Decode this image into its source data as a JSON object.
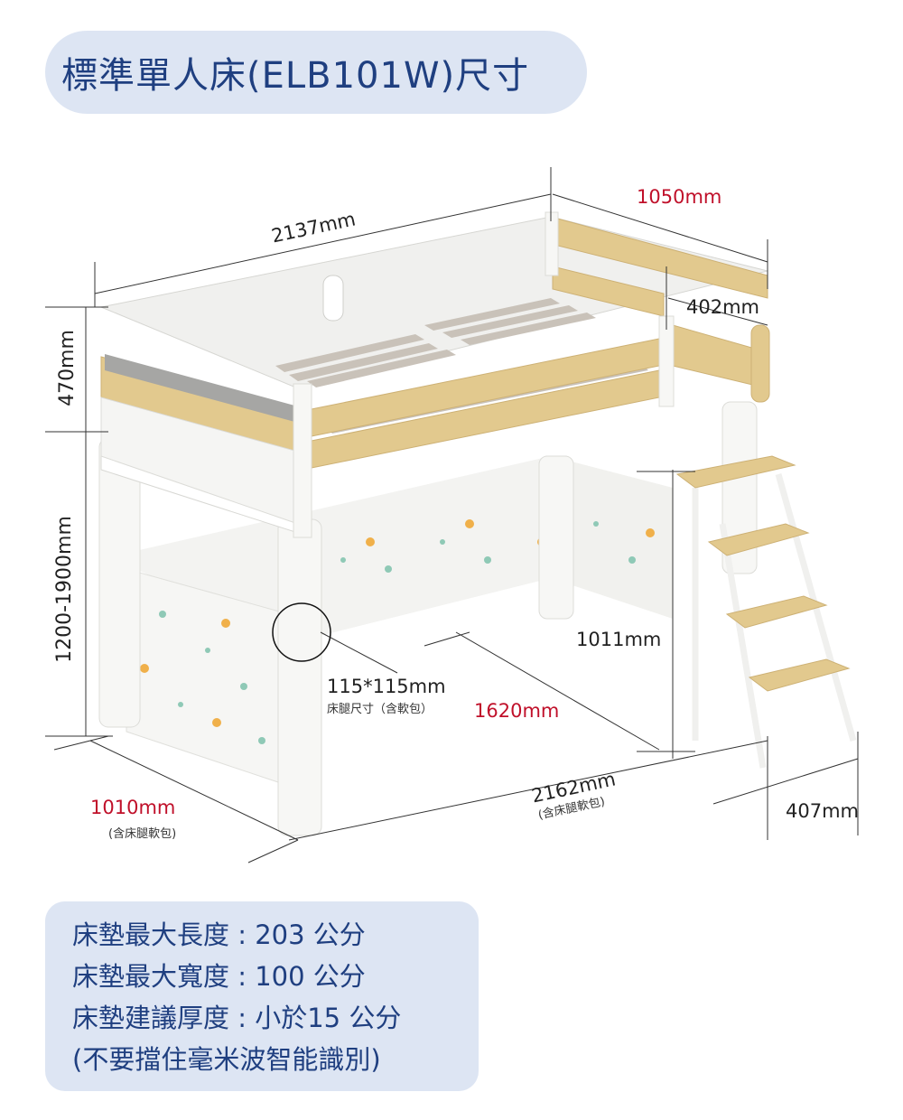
{
  "title": "標準單人床(ELB101W)尺寸",
  "dimensions": {
    "length_top": "2137mm",
    "width_top": "1050mm",
    "guard_height": "470mm",
    "frame_height": "1200-1900mm",
    "ladder_width": "402mm",
    "under_height": "1011mm",
    "leg_size": "115*115mm",
    "leg_note": "床腿尺寸（含軟包）",
    "under_depth": "1620mm",
    "bottom_length": "2162mm",
    "bottom_length_note": "(含床腿軟包)",
    "bottom_width": "1010mm",
    "bottom_width_note": "(含床腿軟包)",
    "ladder_depth": "407mm"
  },
  "specs": {
    "line1": "床墊最大長度 : 203 公分",
    "line2": "床墊最大寬度 : 100 公分",
    "line3": "床墊建議厚度 : 小於15 公分",
    "line4": "(不要擋住毫米波智能識別)"
  },
  "colors": {
    "title_bg": "#dde5f3",
    "title_text": "#1f3f80",
    "accent_red": "#c0102a",
    "wood": "#e2c98e",
    "frame": "#f4f4f2"
  }
}
